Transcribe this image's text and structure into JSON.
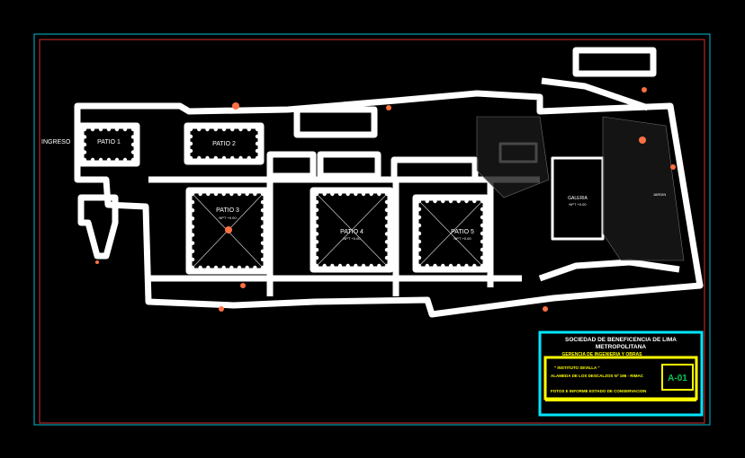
{
  "drawing": {
    "colors": {
      "background": "#000000",
      "sheet_frame": "#00bcd4",
      "inner_frame": "#d32f2f",
      "walls": "#ffffff",
      "accent": "#ff7043",
      "title_border": "#00e5ff",
      "title_fill": "#ffff00",
      "green_text": "#00c853"
    },
    "labels": {
      "ingreso": "INGRESO",
      "patio1": "PATIO 1",
      "patio2": "PATIO 2",
      "patio3": "PATIO 3",
      "patio4": "PATIO 4",
      "patio5": "PATIO 5",
      "galeria": "GALERIA",
      "galeria_sub": "NPT +0.00",
      "jardin": "JARDIN",
      "patio_sub": "NPT +0.00"
    },
    "title_block": {
      "header_line1": "SOCIEDAD DE BENEFICENCIA DE LIMA",
      "header_line2": "METROPOLITANA",
      "header_line3": "GERENCIA DE INGENIERIA Y OBRAS",
      "project_name": "\" INSTITUTO SEVILLA \"",
      "address": "ALAMEDA DE LOS DESCALZOS Nº 196 - RIMAC",
      "sheet_title": "FOTOS E INFORME ESTADO DE CONSERVACION",
      "sheet_number": "A-01"
    }
  }
}
